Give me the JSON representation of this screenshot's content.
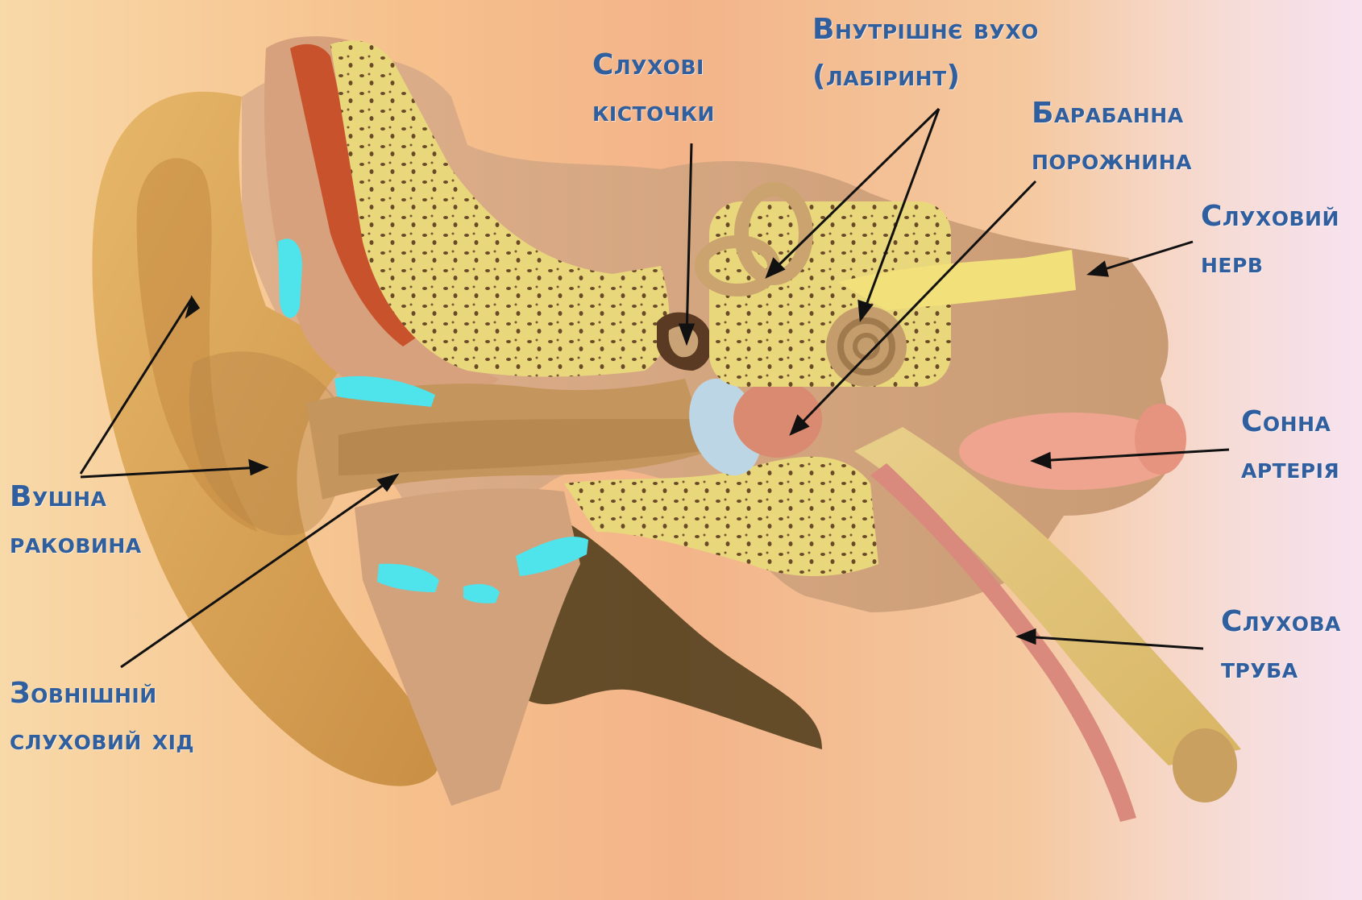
{
  "labels": {
    "ossicles": {
      "line1": "Слухові",
      "line2": "кісточки"
    },
    "inner_ear": {
      "line1": "Внутрішнє вухо",
      "line2": "(лабіринт)"
    },
    "tympanic_cavity": {
      "line1": "Барабанна",
      "line2": "порожнина"
    },
    "auditory_nerve": {
      "line1": "Слуховий",
      "line2": "нерв"
    },
    "auricle": {
      "line1": "Вушна",
      "line2": "раковина"
    },
    "carotid_artery": {
      "line1": "Сонна",
      "line2": "артерія"
    },
    "auditory_tube": {
      "line1": "Слухова",
      "line2": "труба"
    },
    "external_canal": {
      "line1": "Зовнішній",
      "line2": "слуховий хід"
    }
  },
  "colors": {
    "label_text": "#2f5f9f",
    "cartilage": "#4fe3ec",
    "bone": "#e8d57a",
    "tissue": "#d9a878",
    "skin": "#dfab63",
    "artery": "#eea48e"
  }
}
